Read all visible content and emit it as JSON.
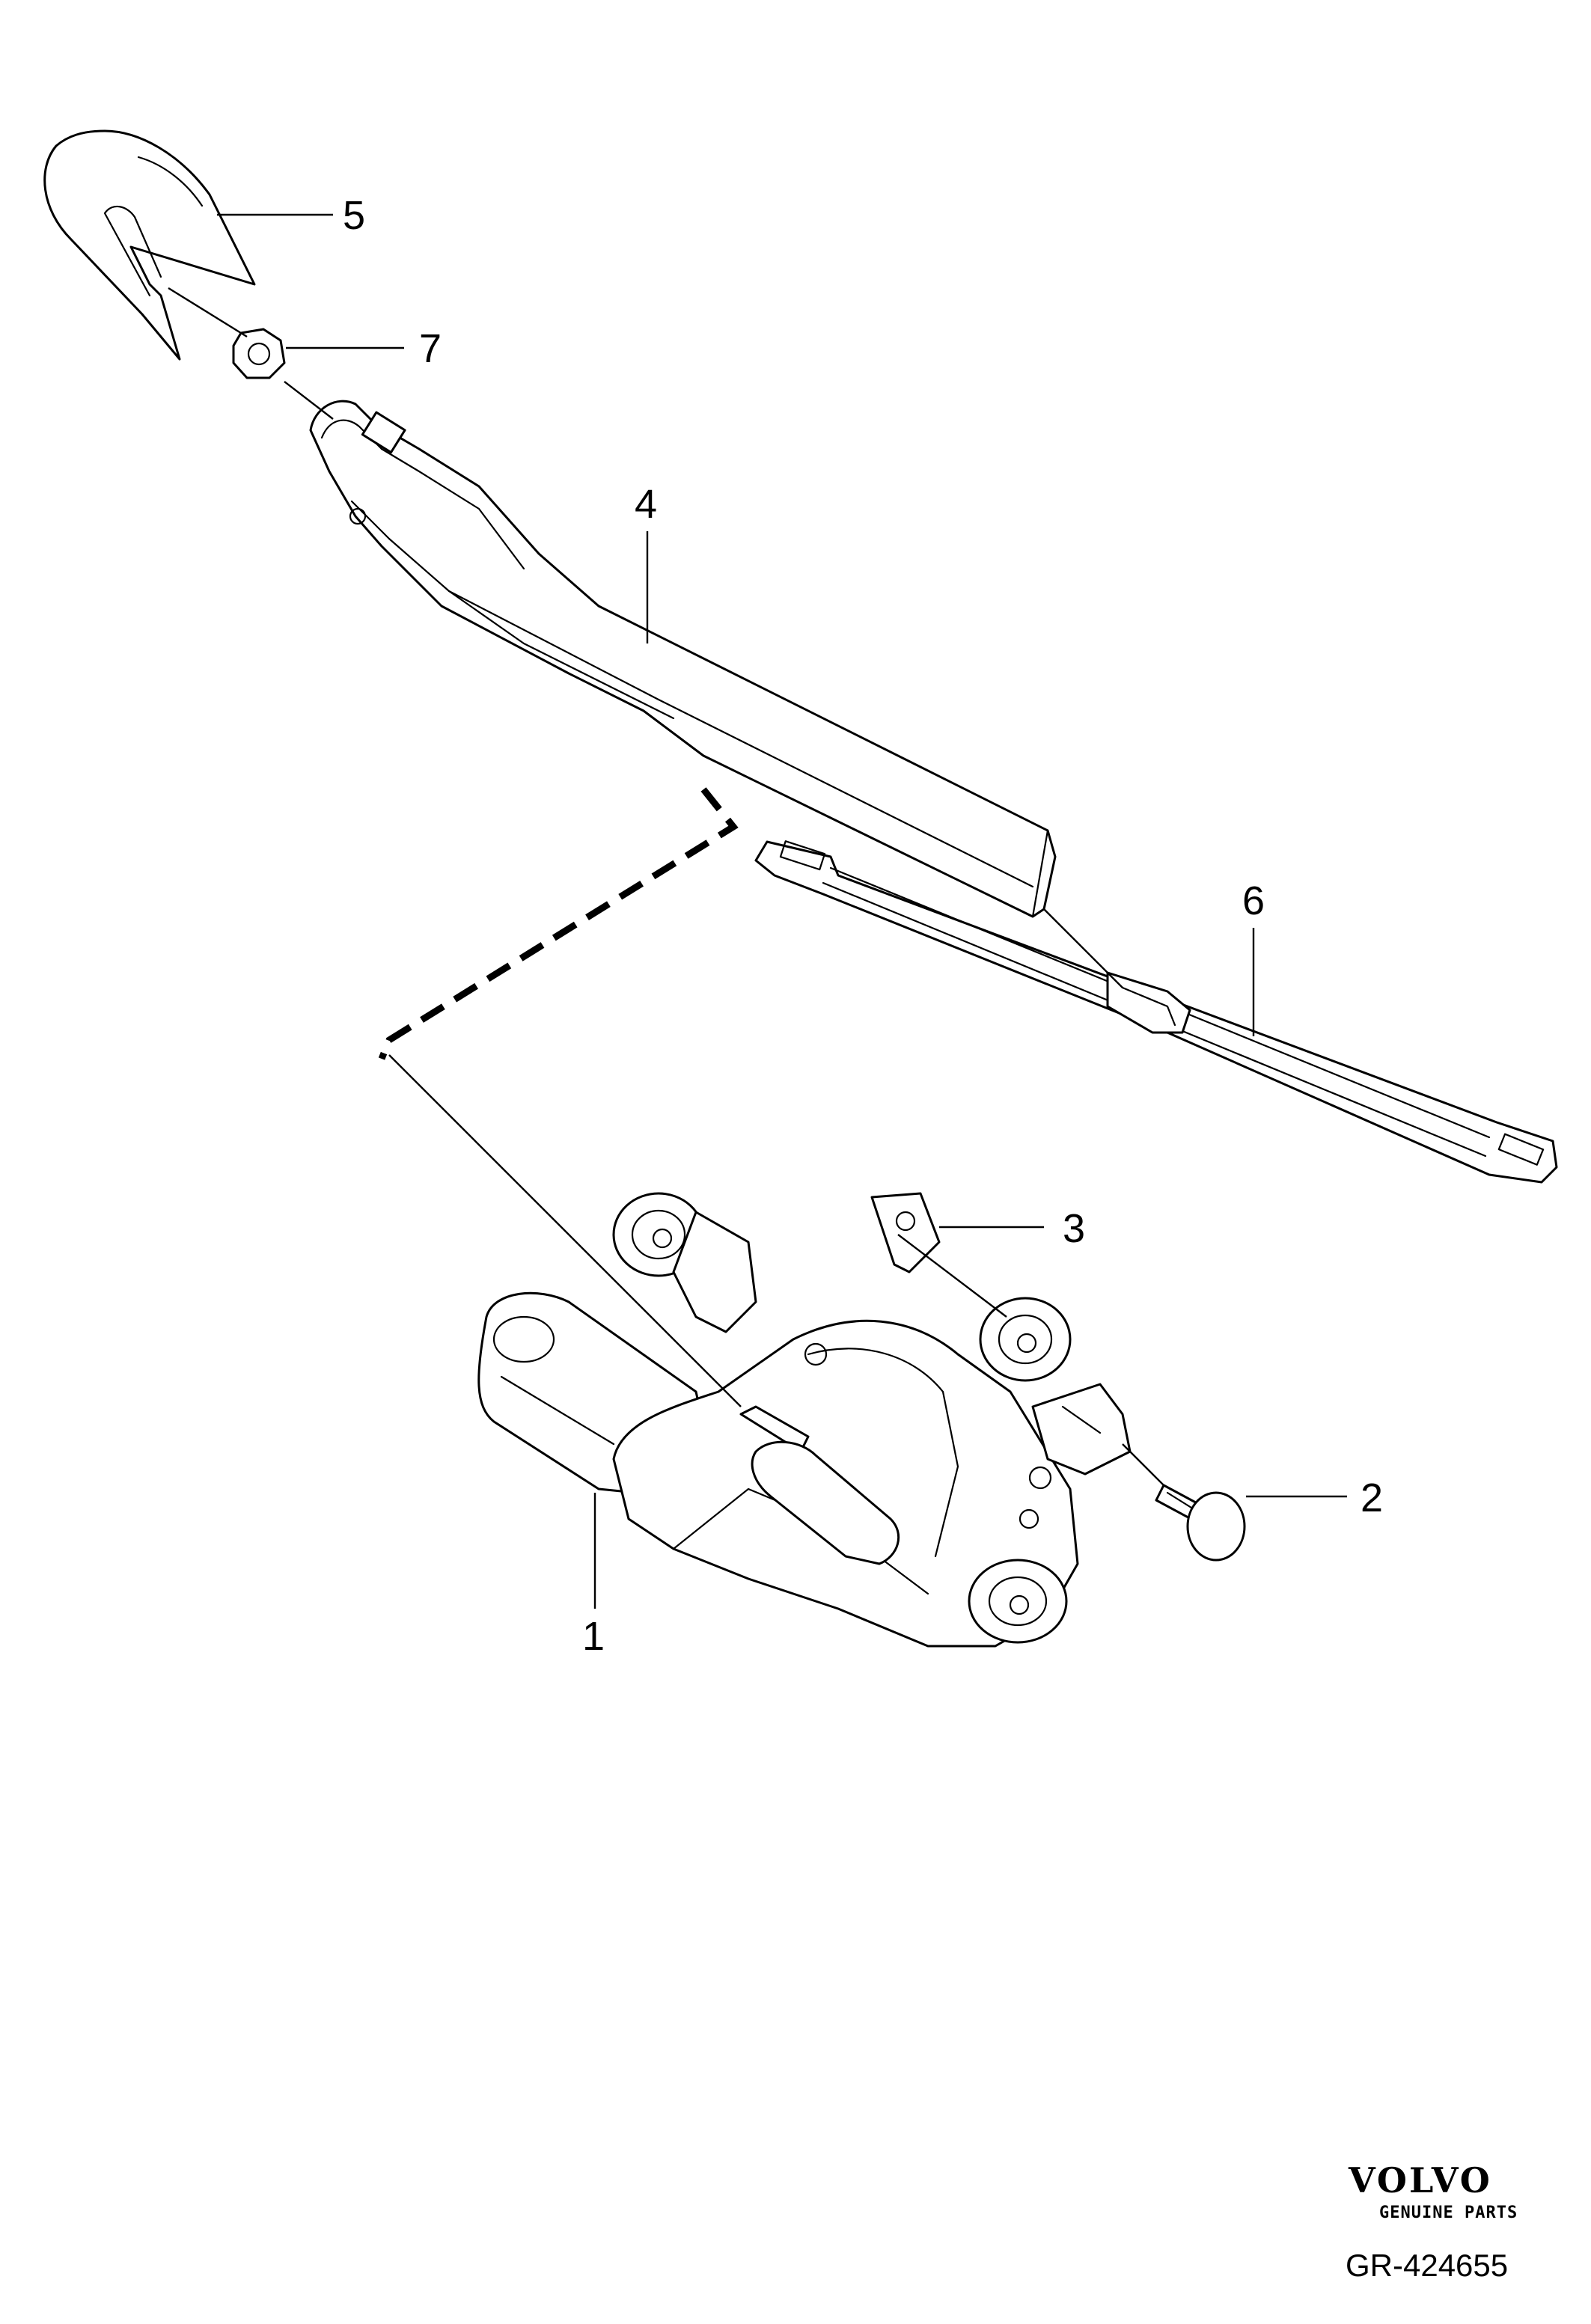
{
  "callouts": {
    "c1": "1",
    "c2": "2",
    "c3": "3",
    "c4": "4",
    "c5": "5",
    "c6": "6",
    "c7": "7"
  },
  "footer": {
    "brand": "VOLVO",
    "tagline": "GENUINE PARTS",
    "ref": "GR-424655"
  }
}
